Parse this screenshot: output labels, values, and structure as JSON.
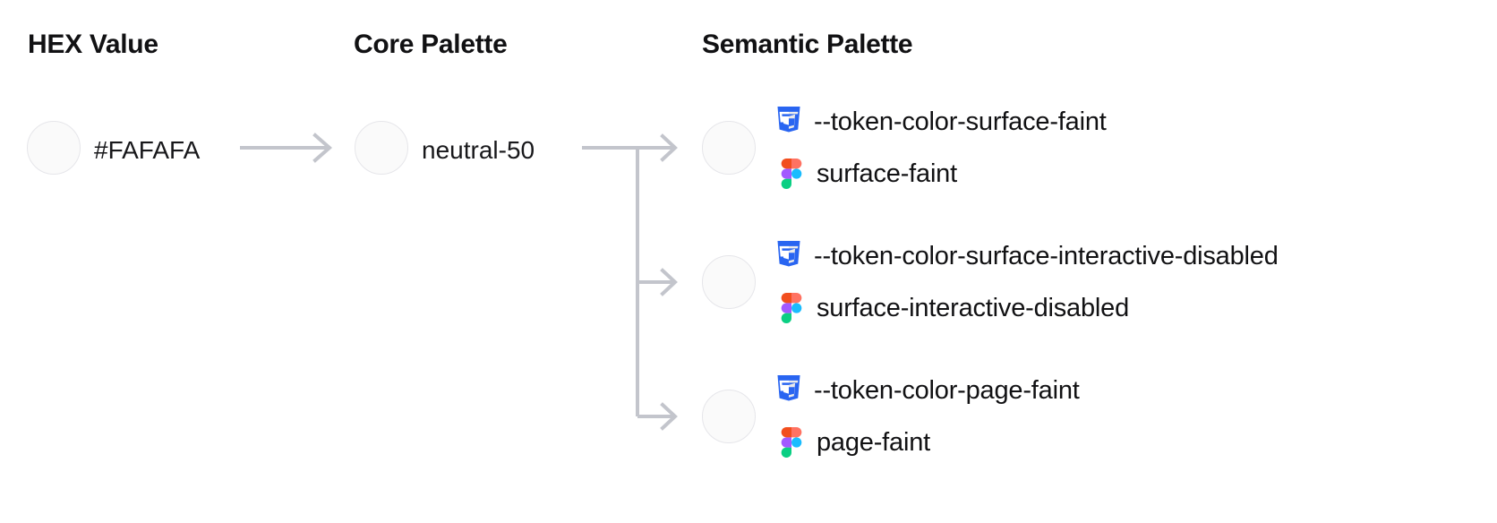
{
  "columns": {
    "hex": {
      "heading": "HEX Value"
    },
    "core": {
      "heading": "Core Palette"
    },
    "semantic": {
      "heading": "Semantic Palette"
    }
  },
  "hex": {
    "swatch_color": "#FAFAFA",
    "value": "#FAFAFA"
  },
  "core": {
    "swatch_color": "#FAFAFA",
    "value": "neutral-50"
  },
  "semantic": {
    "swatch_color": "#FAFAFA",
    "tokens": [
      {
        "css_icon": "css3-icon",
        "css_variable": "--token-color-surface-faint",
        "figma_icon": "figma-icon",
        "figma_name": "surface-faint"
      },
      {
        "css_icon": "css3-icon",
        "css_variable": "--token-color-surface-interactive-disabled",
        "figma_icon": "figma-icon",
        "figma_name": "surface-interactive-disabled"
      },
      {
        "css_icon": "css3-icon",
        "css_variable": "--token-color-page-faint",
        "figma_icon": "figma-icon",
        "figma_name": "page-faint"
      }
    ]
  },
  "colors": {
    "connector": "#C3C5CC",
    "swatch_border": "#E6E6EA",
    "text": "#111113",
    "css_icon_blue": "#2965F1",
    "figma_orange": "#F24E1E",
    "figma_red": "#FF7262",
    "figma_purple": "#A259FF",
    "figma_cyan": "#1ABCFE",
    "figma_green": "#0ACF83"
  },
  "connectors": {
    "hex_to_core_label": "arrow-hex-to-core",
    "core_to_semantic_label": "branch-core-to-semantic"
  }
}
